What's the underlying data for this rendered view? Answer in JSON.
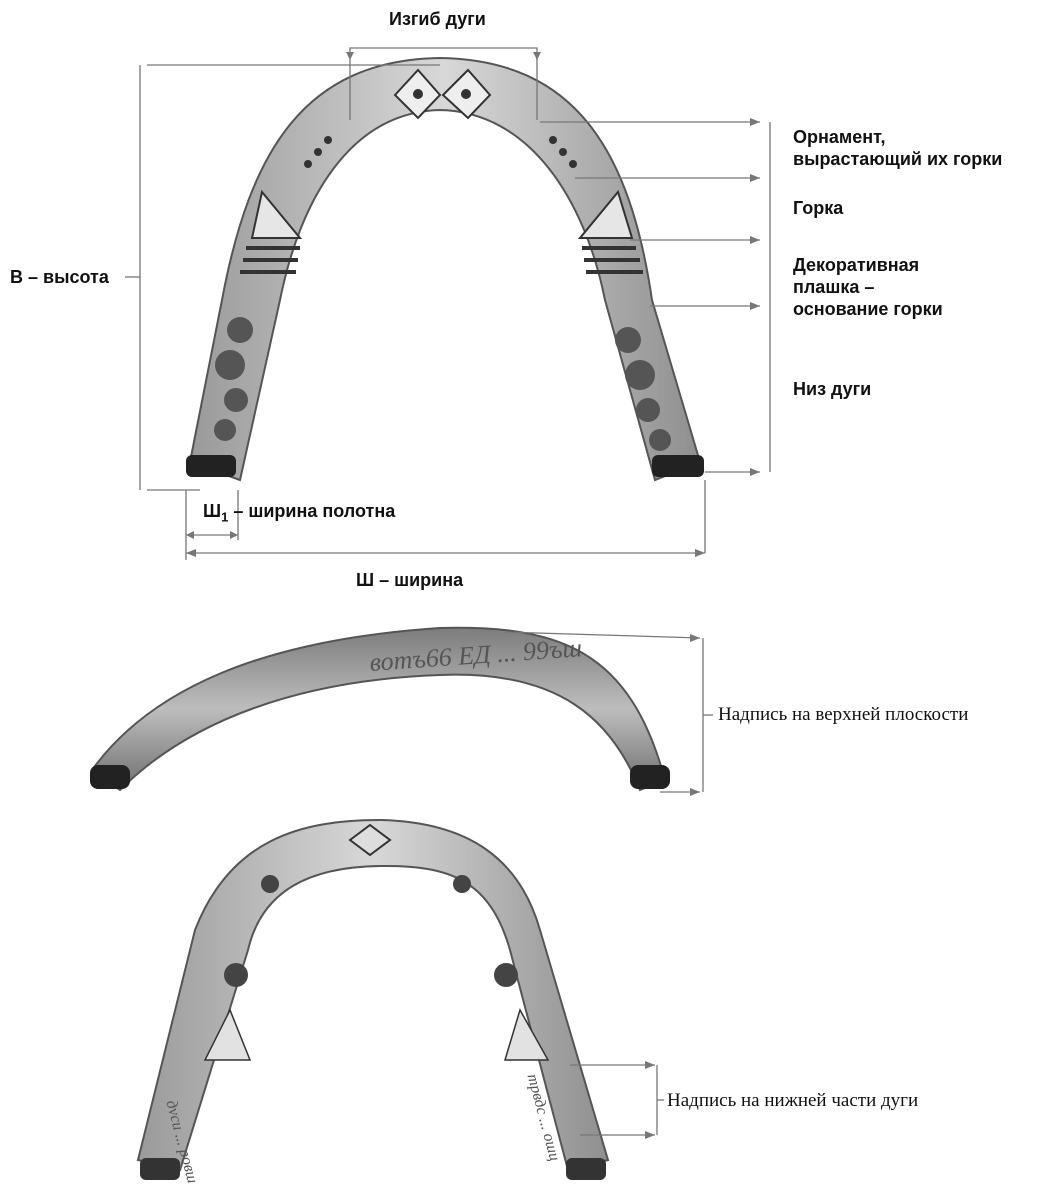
{
  "labels": {
    "bend": "Изгиб дуги",
    "ornament": "Орнамент,\nвырастающий их горки",
    "gorka": "Горка",
    "plate": "Декоративная\nплашка –\nоснование горки",
    "bottom": "Низ дуги",
    "height": "В – высота",
    "blade_symbol": "Ш",
    "blade_subscript": "1",
    "blade_text": " – ширина полотна",
    "width": "Ш – ширина",
    "top_inscription": "Надпись на верхней плоскости",
    "bottom_inscription": "Надпись на нижней части дуги",
    "engraved_top": "вотъ66 ЕД ... 99ъш",
    "engraved_side_left": "дvси ... ровш",
    "engraved_side_right": "трвдс ... ошц"
  },
  "colors": {
    "paint_light": "#c9c9c9",
    "paint_mid": "#8a8a8a",
    "paint_dark": "#3a3a3a",
    "line": "#777777"
  }
}
